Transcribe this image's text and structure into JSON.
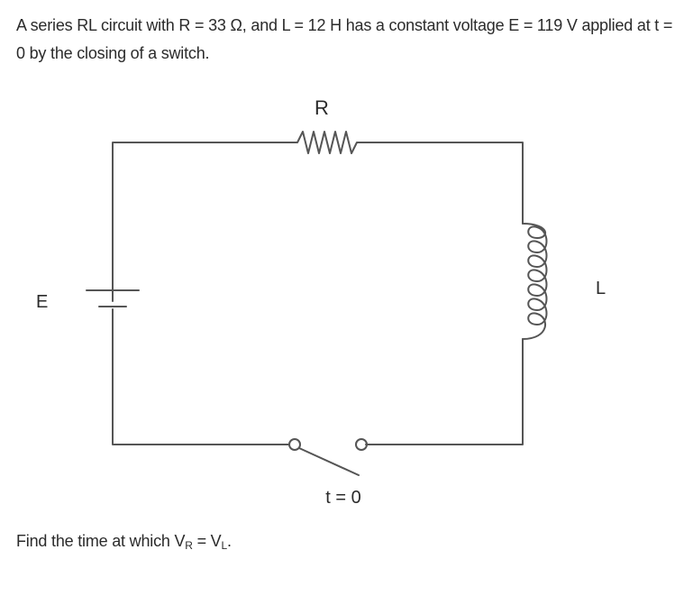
{
  "problem": {
    "statement": "A series RL circuit with R = 33 Ω, and L = 12 H has a constant voltage E = 119 V applied at t = 0 by the closing of a switch.",
    "question_prefix": "Find the time at which V",
    "question_sub1": "R",
    "question_mid": " = V",
    "question_sub2": "L",
    "question_suffix": "."
  },
  "circuit": {
    "resistor_label": "R",
    "inductor_label": "L",
    "source_label": "E",
    "switch_label": "t = 0"
  },
  "colors": {
    "wire": "#555555",
    "text": "#2b2b2b"
  }
}
